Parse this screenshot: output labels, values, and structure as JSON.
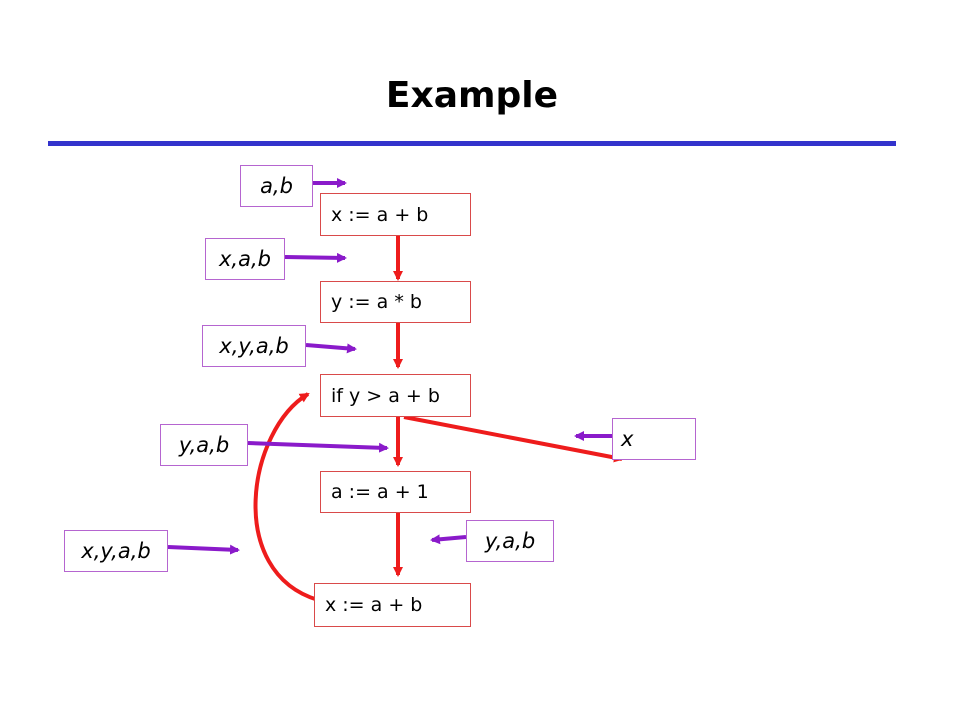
{
  "title": "Example",
  "statements": [
    "x := a + b",
    "y := a * b",
    "if y > a + b",
    "a := a + 1",
    "x := a + b"
  ],
  "live_sets": [
    "a,b",
    "x,a,b",
    "x,y,a,b",
    "y,a,b",
    "x",
    "x,y,a,b",
    "y,a,b"
  ],
  "colors": {
    "title_rule": "#3333cc",
    "control_flow_edge": "#ee1c1c",
    "live_arrow": "#8a1aca",
    "stmt_border": "#d94a4a",
    "live_border": "#b565d0"
  }
}
